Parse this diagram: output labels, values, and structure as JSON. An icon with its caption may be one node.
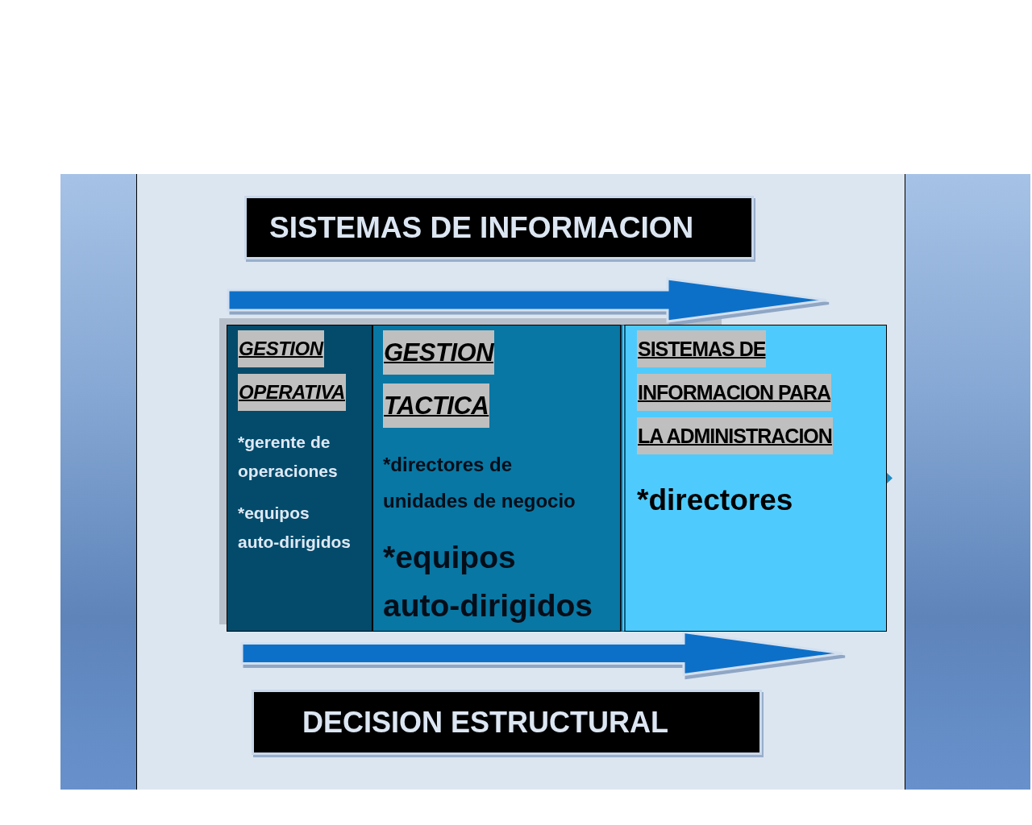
{
  "diagram": {
    "nodes": [
      {
        "text": [
          "SISTEMAS DE INFORMACION"
        ]
      },
      {
        "text": [
          "GESTION",
          "OPERATIVA",
          "*gerente de operaciones",
          "*equipos auto-dirigidos"
        ]
      },
      {
        "text": [
          "GESTION",
          "TACTICA",
          "*directores de unidades de negocio",
          "*equipos auto-dirigidos"
        ]
      },
      {
        "text": [
          "SISTEMAS DE",
          "INFORMACION PARA",
          "LA ADMINISTRACION",
          "*directores"
        ]
      },
      {
        "text": [
          "DECISION ESTRUCTURAL"
        ]
      }
    ],
    "edges": [
      {
        "from": 1,
        "to": 3,
        "arrow": "to"
      },
      {
        "from": 1,
        "to": 3,
        "arrow": "to"
      }
    ]
  }
}
